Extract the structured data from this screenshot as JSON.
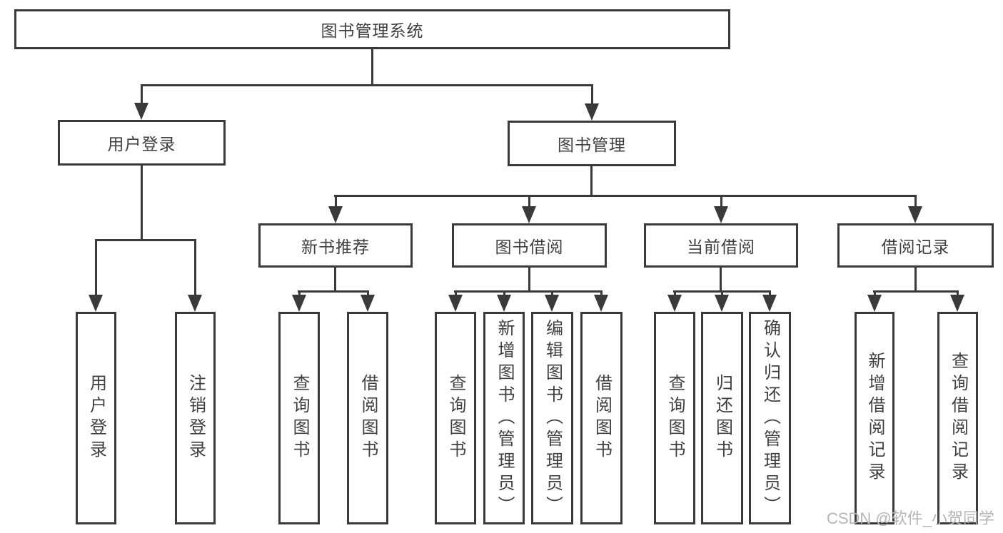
{
  "diagram": {
    "root": {
      "label": "图书管理系统"
    },
    "level2": {
      "user_login": {
        "label": "用户登录"
      },
      "book_mgmt": {
        "label": "图书管理"
      }
    },
    "level3": {
      "new_book": {
        "label": "新书推荐"
      },
      "book_borrow": {
        "label": "图书借阅"
      },
      "current_borrow": {
        "label": "当前借阅"
      },
      "borrow_record": {
        "label": "借阅记录"
      }
    },
    "leaves": [
      {
        "label": "用户登录"
      },
      {
        "label": "注销登录"
      },
      {
        "label": "查询图书"
      },
      {
        "label": "借阅图书"
      },
      {
        "label": "查询图书"
      },
      {
        "label": "新增图书（管理员）"
      },
      {
        "label": "编辑图书（管理员）"
      },
      {
        "label": "借阅图书"
      },
      {
        "label": "查询图书"
      },
      {
        "label": "归还图书"
      },
      {
        "label": "确认归还（管理员）"
      },
      {
        "label": "新增借阅记录"
      },
      {
        "label": "查询借阅记录"
      }
    ]
  },
  "watermark": {
    "text": "CSDN @软件_小贺同学"
  },
  "colors": {
    "line": "#3a3a3a",
    "text": "#3f3f3f",
    "box_background": "#ffffff",
    "watermark": "#b5b5b5"
  }
}
